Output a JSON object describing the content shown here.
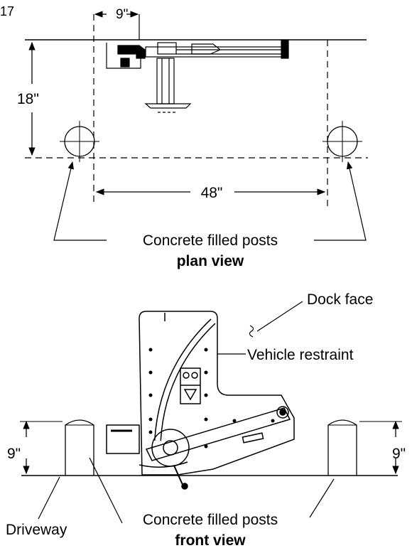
{
  "figure": {
    "page_number": "17",
    "plan": {
      "dim_offset": "9\"",
      "dim_depth": "18\"",
      "dim_spacing": "48\"",
      "caption_line1": "Concrete filled posts",
      "caption_line2": "plan view"
    },
    "front": {
      "label_dock_face": "Dock face",
      "label_restraint": "Vehicle restraint",
      "dim_left_height": "9\"",
      "dim_right_height": "9\"",
      "label_driveway": "Driveway",
      "caption_line1": "Concrete filled posts",
      "caption_line2": "front view"
    }
  }
}
